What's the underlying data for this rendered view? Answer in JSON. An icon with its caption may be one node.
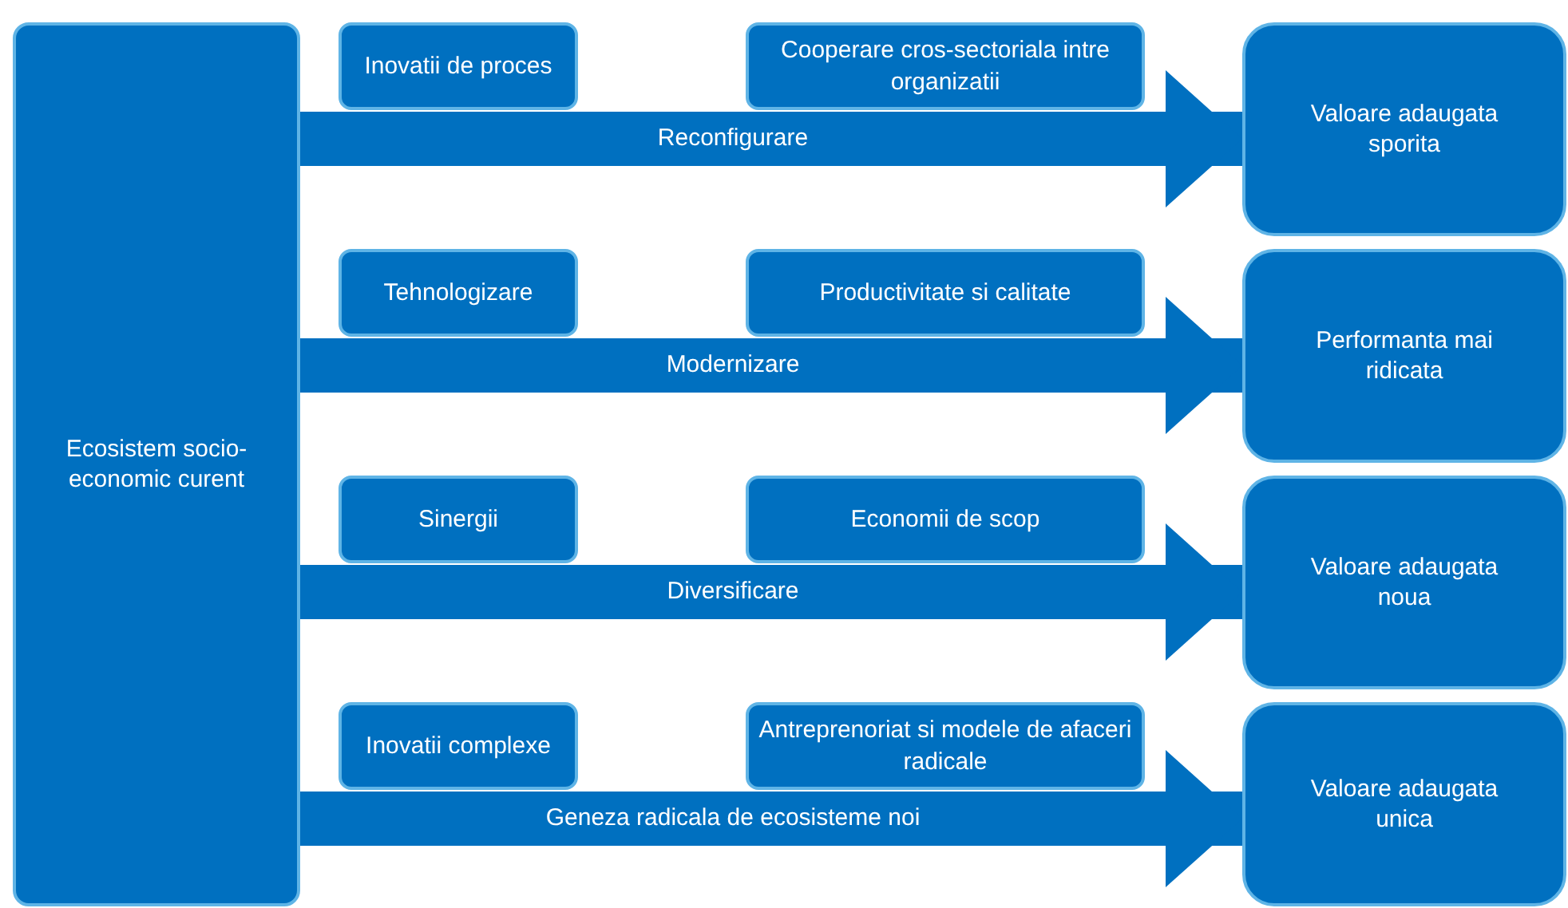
{
  "diagram": {
    "nodes": [
      {
        "text": [
          "Ecosistem socio-economic curent"
        ]
      },
      {
        "text": [
          "Inovatii de proces"
        ]
      },
      {
        "text": [
          "Cooperare cros-sectoriala intre organizatii"
        ]
      },
      {
        "text": [
          "Valoare adaugata sporita"
        ]
      },
      {
        "text": [
          "Tehnologizare"
        ]
      },
      {
        "text": [
          "Productivitate si calitate"
        ]
      },
      {
        "text": [
          "Performanta mai ridicata"
        ]
      },
      {
        "text": [
          "Sinergii"
        ]
      },
      {
        "text": [
          "Economii de scop"
        ]
      },
      {
        "text": [
          "Valoare adaugata noua"
        ]
      },
      {
        "text": [
          "Inovatii complexe"
        ]
      },
      {
        "text": [
          "Antreprenoriat si modele de afaceri radicale"
        ]
      },
      {
        "text": [
          "Valoare adaugata unica"
        ]
      }
    ],
    "edges": [
      {
        "from": 0,
        "to": 3,
        "arrow": "to",
        "label": "Reconfigurare"
      },
      {
        "from": 0,
        "to": 6,
        "arrow": "to",
        "label": "Modernizare"
      },
      {
        "from": 0,
        "to": 9,
        "arrow": "to",
        "label": "Diversificare"
      },
      {
        "from": 0,
        "to": 12,
        "arrow": "to",
        "label": "Geneza radicala de ecosisteme noi"
      }
    ]
  }
}
